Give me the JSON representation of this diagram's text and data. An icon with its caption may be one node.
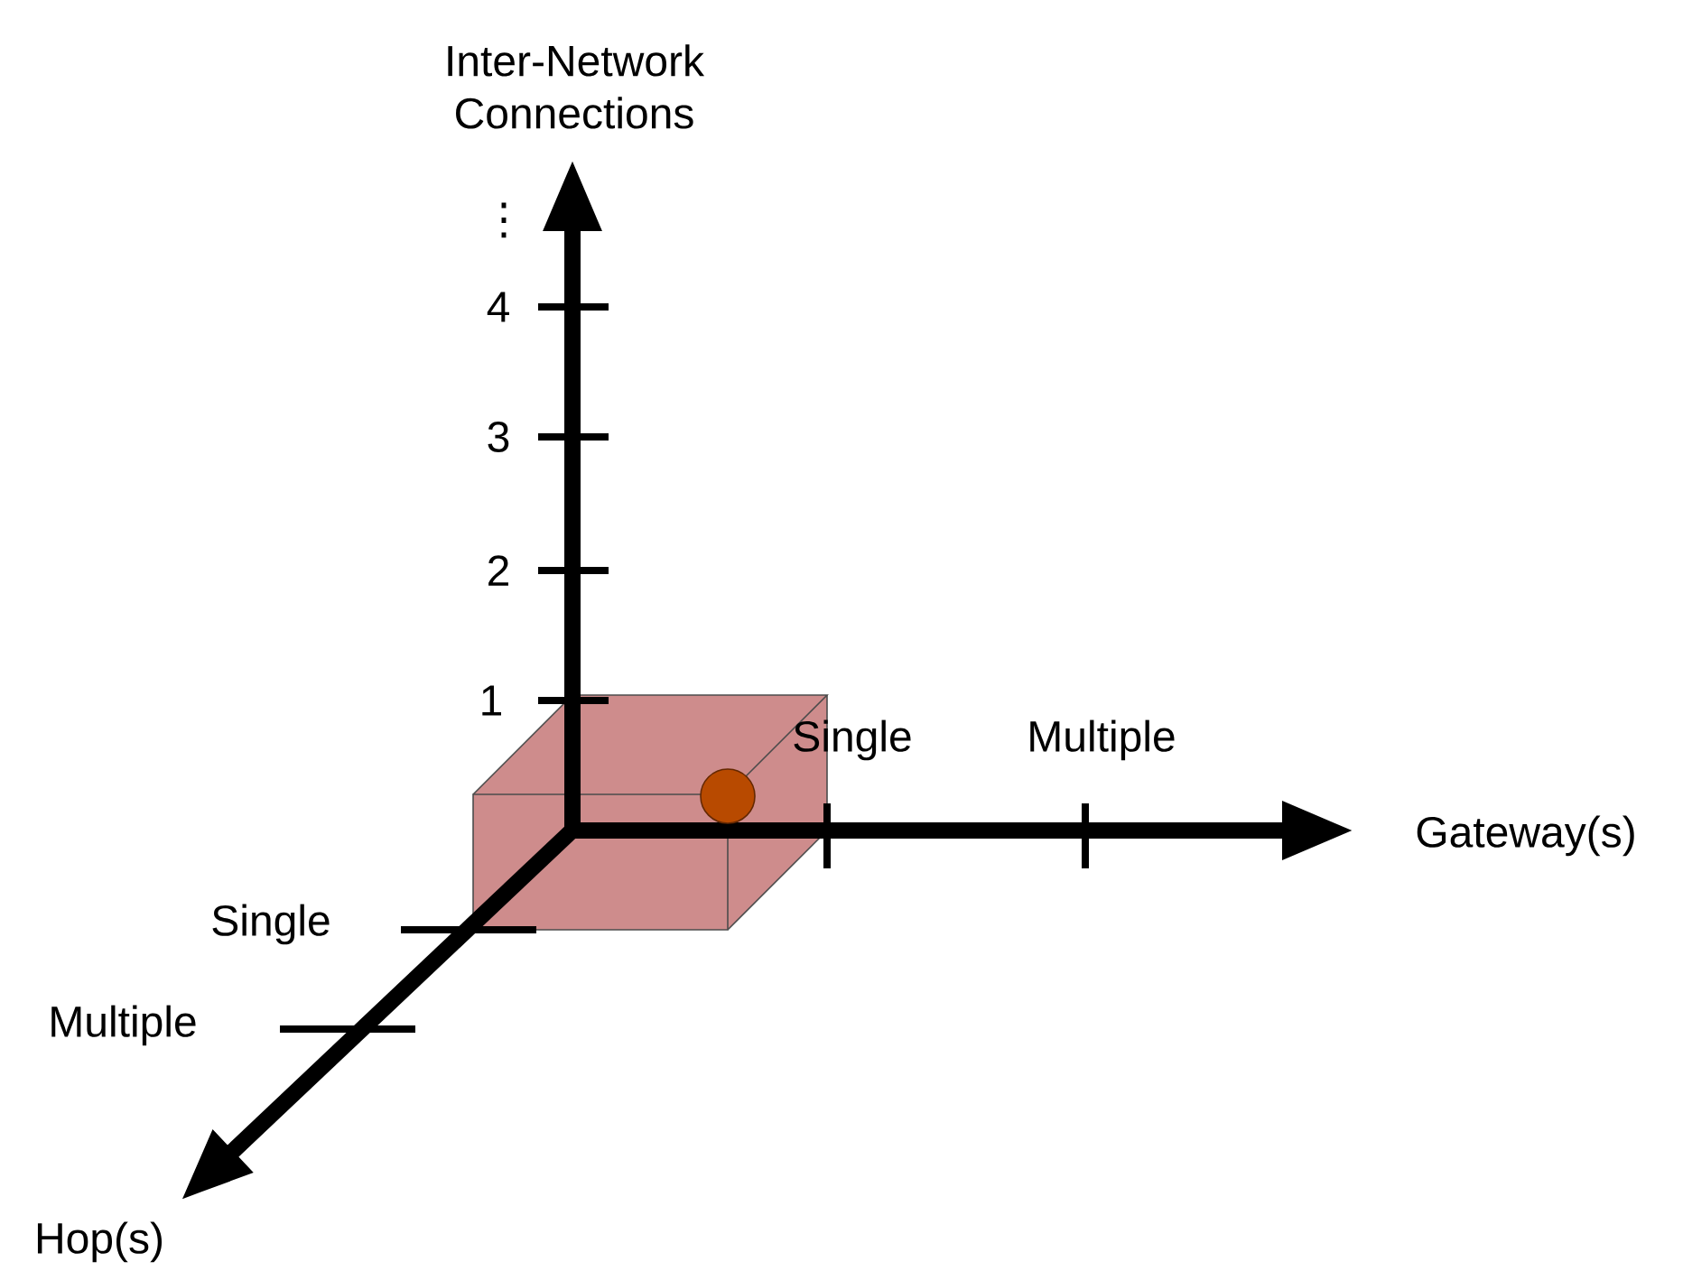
{
  "diagram": {
    "labels": [
      "Inter-Network Connections",
      "⋮",
      "4",
      "3",
      "2",
      "1",
      "Single",
      "Multiple",
      "Gateway(s)",
      "Single",
      "Multiple",
      "Hop(s)"
    ]
  }
}
